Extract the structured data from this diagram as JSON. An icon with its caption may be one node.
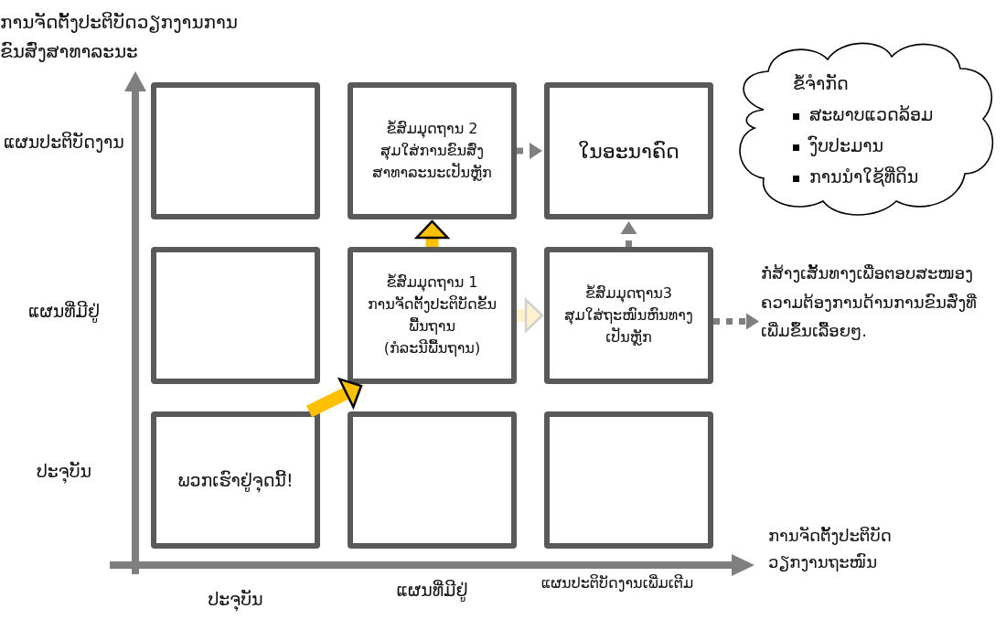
{
  "diagram": {
    "nodes": [
      {
        "text": [],
        "shape": "box"
      },
      {
        "text": [
          "ຂໍ້ສົມມຸດຖານ 2",
          "ສຸມໃສ່ການຂົນສົ່ງສາທາລະນະເປັນຫຼັກ"
        ]
      },
      {
        "text": [
          "ໃນອະນາຄົດ"
        ]
      },
      {
        "text": [],
        "shape": "box"
      },
      {
        "text": [
          "ຂໍ້ສົມມຸດຖານ 1",
          "ການຈັດຕັ້ງປະຕິບັດຂັ້ນພື້ນຖານ",
          "(ກໍລະນີພື້ນຖານ)"
        ]
      },
      {
        "text": [
          "ຂໍ້ສົມມຸດຖານ3",
          "ສຸມໃສ່ຖະໜົນຫົນທາງເປັນຫຼັກ"
        ]
      },
      {
        "text": [
          "ພວກເຮົາຢູ່ຈຸດນີ້!"
        ]
      },
      {
        "text": [],
        "shape": "box"
      },
      {
        "text": [],
        "shape": "box"
      },
      {
        "text": [
          "ຂໍ້ຈຳກັດ",
          "ສະພາບແວດລ້ອມ",
          "ງົບປະມານ",
          "ການນຳໃຊ້ທີ່ດິນ"
        ]
      },
      {
        "text": [
          "ກໍ່ສ້າງເສັ້ນທາງເພື່ອຕອບສະໜອງຄວາມຕ້ອງການດ້ານການຂົນສົ່ງທີ່ເພີ່ມຂຶ້ນເລື້ອຍໆ."
        ]
      }
    ],
    "edges": [
      {
        "from": 6,
        "to": 4,
        "arrow": "to",
        "style": "thick",
        "color": "#ffc000"
      },
      {
        "from": 4,
        "to": 1,
        "arrow": "to",
        "style": "thick",
        "color": "#ffc000"
      },
      {
        "from": 4,
        "to": 5,
        "arrow": "to",
        "style": "thick",
        "color": "#fff2cc"
      },
      {
        "from": 1,
        "to": 2,
        "arrow": "to",
        "style": "dashed"
      },
      {
        "from": 5,
        "to": 2,
        "arrow": "to",
        "style": "dashed"
      },
      {
        "from": 5,
        "to": 10,
        "arrow": "to",
        "style": "dashed"
      }
    ],
    "labels": [
      "ການຈັດຕັ້ງປະຕິບັດວຽກງານການຂົນສົ່ງສາທາລະນະ",
      "ແຜນປະຕິບັດງານ",
      "ແຜນທີ່ມີຢູ່",
      "ປະຈຸບັນ",
      "ການຈັດຕັ້ງປະຕິບັດວຽກງານຖະໜົນ",
      "ປະຈຸບັນ",
      "ແຜນທີ່ມີຢູ່",
      "ແຜນປະຕິບັດງານເພີ່ມເຕີມ"
    ]
  }
}
